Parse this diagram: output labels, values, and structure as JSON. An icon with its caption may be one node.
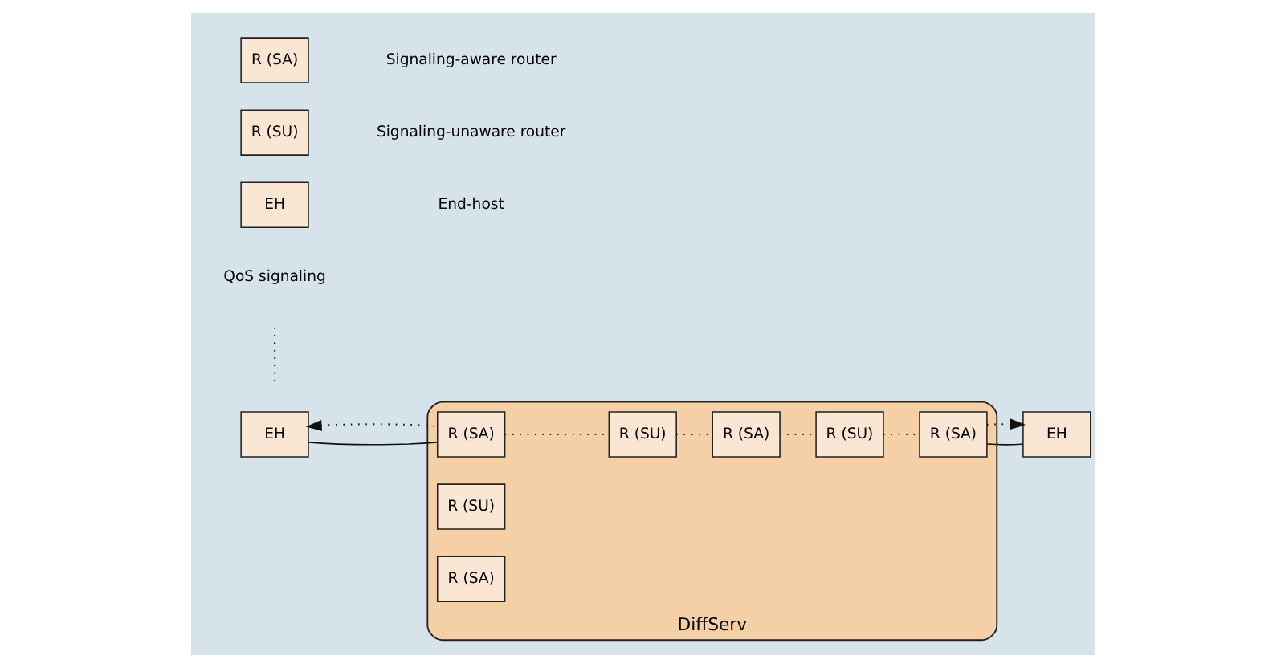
{
  "diagram": {
    "nodes": [
      {
        "text": [
          "DiffServ"
        ]
      },
      {
        "text": [
          "EH"
        ]
      },
      {
        "text": [
          "R (SA)"
        ],
        "in": 0
      },
      {
        "text": [
          "R (SU)"
        ],
        "in": 0
      },
      {
        "text": [
          "R (SA)"
        ],
        "in": 0
      },
      {
        "text": [
          "R (SU)"
        ],
        "in": 0
      },
      {
        "text": [
          "R (SA)"
        ],
        "in": 0
      },
      {
        "text": [
          "R (SU)"
        ],
        "in": 0
      },
      {
        "text": [
          "R (SA)"
        ],
        "in": 0
      },
      {
        "text": [
          "EH"
        ]
      },
      {
        "text": [
          "R (SA)"
        ]
      },
      {
        "text": [
          "R (SU)"
        ]
      },
      {
        "text": [
          "EH"
        ]
      }
    ],
    "edges": [
      {
        "from": 1,
        "to": 2,
        "arrow": "none"
      },
      {
        "from": 2,
        "to": 1,
        "arrow": "to",
        "style": "dashed"
      },
      {
        "from": 2,
        "to": 3,
        "arrow": "none",
        "style": "dashed"
      },
      {
        "from": 3,
        "to": 4,
        "arrow": "none",
        "style": "dashed"
      },
      {
        "from": 4,
        "to": 5,
        "arrow": "none",
        "style": "dashed"
      },
      {
        "from": 5,
        "to": 6,
        "arrow": "none",
        "style": "dashed"
      },
      {
        "from": 6,
        "to": 9,
        "arrow": "none"
      },
      {
        "from": 6,
        "to": 9,
        "arrow": "to",
        "style": "dashed"
      }
    ],
    "legend": [
      {
        "text": "Signaling-aware router"
      },
      {
        "text": "Signaling-unaware router"
      },
      {
        "text": "End-host"
      },
      {
        "text": "QoS signaling"
      }
    ]
  }
}
